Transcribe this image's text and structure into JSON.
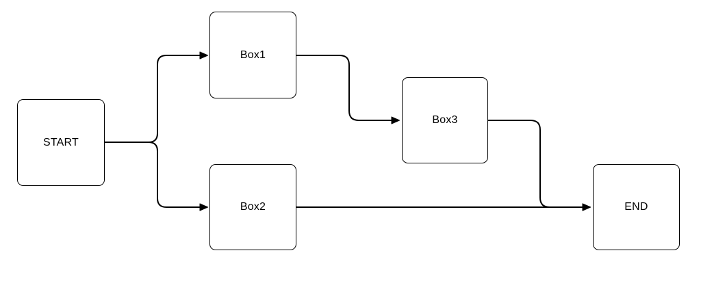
{
  "diagram": {
    "type": "flowchart",
    "background_color": "#ffffff",
    "node_fill_color": "#ffffff",
    "node_border_color": "#000000",
    "edge_color": "#000000",
    "text_color": "#000000",
    "nodes": [
      {
        "id": "start",
        "label": "START"
      },
      {
        "id": "box1",
        "label": "Box1"
      },
      {
        "id": "box2",
        "label": "Box2"
      },
      {
        "id": "box3",
        "label": "Box3"
      },
      {
        "id": "end",
        "label": "END"
      }
    ],
    "edges": [
      {
        "from": "START",
        "to": "Box1"
      },
      {
        "from": "START",
        "to": "Box2"
      },
      {
        "from": "Box1",
        "to": "Box3"
      },
      {
        "from": "Box2",
        "to": "END"
      },
      {
        "from": "Box3",
        "to": "END"
      }
    ]
  }
}
